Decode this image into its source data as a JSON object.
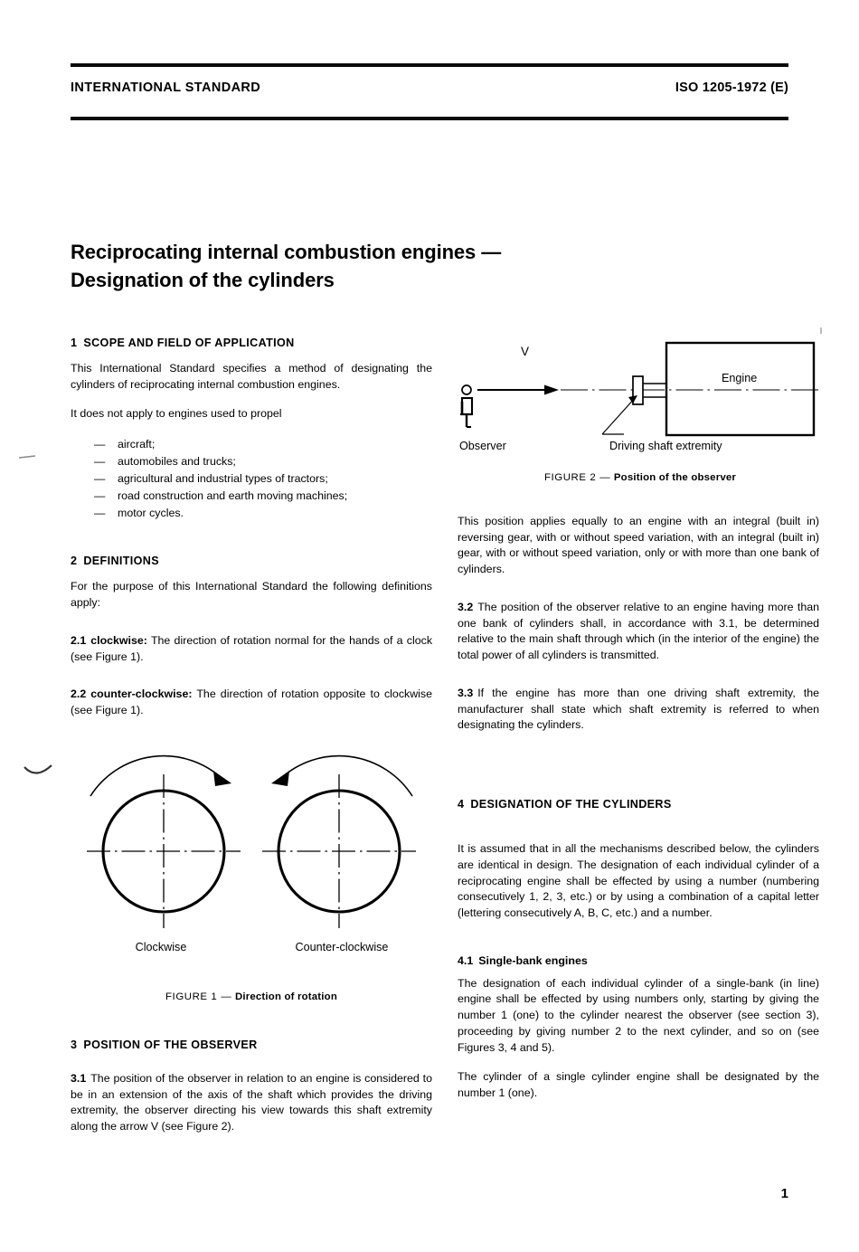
{
  "header": {
    "left": "INTERNATIONAL STANDARD",
    "right": "ISO 1205-1972 (E)"
  },
  "title": {
    "line1": "Reciprocating internal combustion engines —",
    "line2": "Designation of the cylinders",
    "full": "Reciprocating internal combustion engines — Designation of the cylinders"
  },
  "sections": {
    "s1": {
      "number": "1",
      "heading": "SCOPE AND FIELD OF APPLICATION",
      "p1": "This International Standard specifies a method of designating the cylinders of reciprocating internal combustion engines.",
      "p2": "It does not apply to engines used to propel",
      "dash": "—",
      "items": [
        "aircraft;",
        "automobiles and trucks;",
        "agricultural and industrial types of tractors;",
        "road construction and earth moving machines;",
        "motor cycles."
      ]
    },
    "s2": {
      "number": "2",
      "heading": "DEFINITIONS",
      "p1": "For the purpose of this International Standard the following definitions apply:",
      "d1": {
        "num": "2.1",
        "term": "clockwise:",
        "text": "The direction of rotation normal for the hands of a clock (see Figure 1)."
      },
      "d2": {
        "num": "2.2",
        "term": "counter-clockwise:",
        "text": "The direction of rotation opposite to clockwise (see Figure 1)."
      }
    },
    "s3": {
      "number": "3",
      "heading": "POSITION OF THE OBSERVER",
      "p31_num": "3.1",
      "p31": "The position of the observer in relation to an engine is considered to be in an extension of the axis of the shaft which provides the driving extremity, the observer directing his view towards this shaft extremity along the arrow V (see Figure 2).",
      "p_after_fig2": "This position applies equally to an engine with an integral (built in) reversing gear, with or without speed variation, with an integral (built in) gear, with or without speed variation, only or with more than one bank of cylinders.",
      "p32_num": "3.2",
      "p32": "The position of the observer relative to an engine having more than one bank of cylinders shall, in accordance with 3.1, be determined relative to the main shaft through which (in the interior of the engine) the total power of all cylinders is transmitted.",
      "p33_num": "3.3",
      "p33": "If the engine has more than one driving shaft extremity, the manufacturer shall state which shaft extremity is referred to when designating the cylinders."
    },
    "s4": {
      "number": "4",
      "heading": "DESIGNATION OF THE CYLINDERS",
      "p1": "It is assumed that in all the mechanisms described below, the cylinders are identical in design. The designation of each individual cylinder of a reciprocating engine shall be effected by using a number (numbering consecutively 1, 2, 3, etc.) or by using a combination of a capital letter (lettering consecutively A, B, C, etc.) and a number.",
      "s41": {
        "num": "4.1",
        "heading": "Single-bank engines",
        "p1": "The designation of each individual cylinder of a single-bank (in line) engine shall be effected by using numbers only, starting by giving the number 1 (one) to the cylinder nearest the observer (see section 3), proceeding by giving number 2 to the next cylinder, and so on (see Figures 3, 4 and 5).",
        "p2": "The cylinder of a single cylinder engine shall be designated by the number 1 (one)."
      }
    }
  },
  "figure1": {
    "caption_num": "FIGURE 1",
    "caption_dash": "—",
    "caption_title": "Direction of rotation",
    "label_left": "Clockwise",
    "label_right": "Counter-clockwise"
  },
  "figure2": {
    "caption_num": "FIGURE 2",
    "caption_dash": "—",
    "caption_title": "Position of the observer",
    "label_observer": "Observer",
    "label_shaft": "Driving shaft extremity",
    "label_arrow": "V",
    "label_engine": "Engine"
  },
  "footer": {
    "page_number": "1"
  },
  "colors": {
    "ink": "#000000",
    "paper": "#ffffff",
    "rule": "#0a0a0a"
  }
}
